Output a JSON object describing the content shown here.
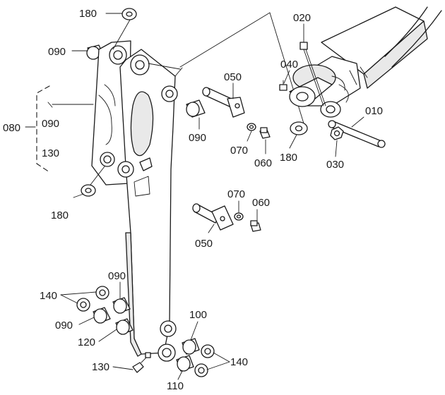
{
  "callouts": {
    "c180a": "180",
    "c090a": "090",
    "c080": "080",
    "c090b": "090",
    "c130a": "130",
    "c180b": "180",
    "c050a": "050",
    "c090c": "090",
    "c020": "020",
    "c040": "040",
    "c070a": "070",
    "c060a": "060",
    "c180c": "180",
    "c030": "030",
    "c010": "010",
    "c070b": "070",
    "c060b": "060",
    "c050b": "050",
    "c090d": "090",
    "c140a": "140",
    "c090e": "090",
    "c120": "120",
    "c100": "100",
    "c140b": "140",
    "c130b": "130",
    "c110": "110"
  }
}
